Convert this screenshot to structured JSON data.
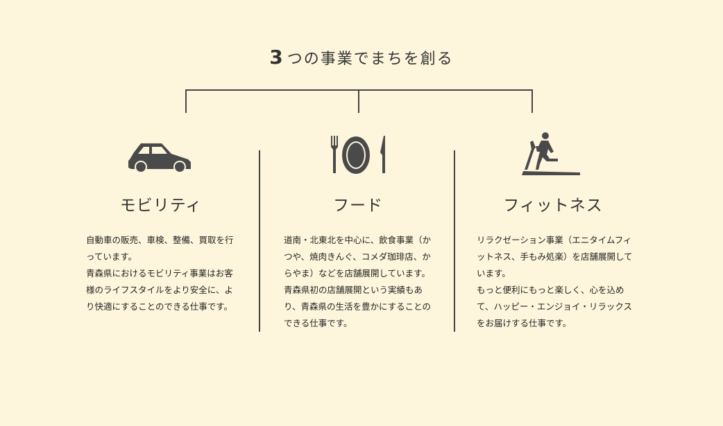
{
  "title": {
    "number": "3",
    "text": "つの事業でまちを創る"
  },
  "colors": {
    "background": "#fef6dc",
    "icon": "#4a4a4a"
  },
  "columns": [
    {
      "icon": "car-icon",
      "heading": "モビリティ",
      "paragraphs": [
        "自動車の販売、車検、整備、買取を行っています。",
        "青森県におけるモビリティ事業はお客様のライフスタイルをより安全に、より快適にすることのできる仕事です。"
      ]
    },
    {
      "icon": "fork-plate-knife-icon",
      "heading": "フード",
      "paragraphs": [
        "道南・北東北を中心に、飲食事業（かつや、焼肉きんぐ、コメダ珈琲店、からやま）などを店舗展開しています。",
        "青森県初の店舗展開という実績もあり、青森県の生活を豊かにすることのできる仕事です。"
      ]
    },
    {
      "icon": "treadmill-runner-icon",
      "heading": "フィットネス",
      "paragraphs": [
        "リラクゼーション事業（エニタイムフィットネス、手もみ処楽）を店舗展開しています。",
        "もっと便利にもっと楽しく、心を込めて、ハッピー・エンジョイ・リラックスをお届けする仕事です。"
      ]
    }
  ]
}
